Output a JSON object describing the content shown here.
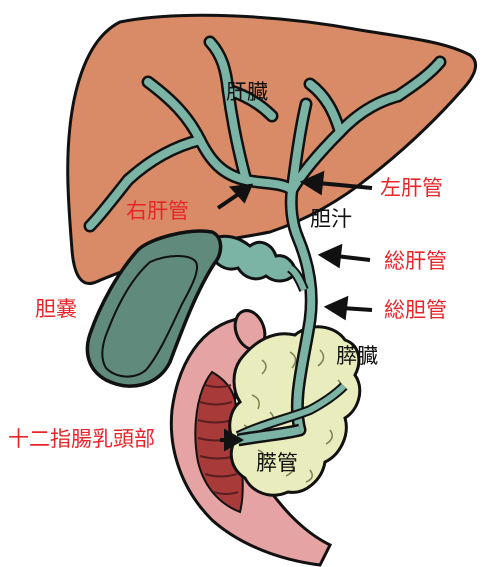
{
  "colors": {
    "liver": "#d98a66",
    "duct": "#7bb3a5",
    "gallbladder": "#5f8a7c",
    "pancreas": "#e9edbe",
    "duodenum": "#e6a3a3",
    "label_red": "#e8262a",
    "label_black": "#111111"
  },
  "labels": {
    "liver": "肝臓",
    "left_hepatic_duct": "左肝管",
    "right_hepatic_duct": "右肝管",
    "bile": "胆汁",
    "common_hepatic_duct": "総肝管",
    "gallbladder": "胆嚢",
    "common_bile_duct": "総胆管",
    "pancreas": "膵臓",
    "duodenal_papilla": "十二指腸乳頭部",
    "pancreatic_duct": "膵管"
  }
}
